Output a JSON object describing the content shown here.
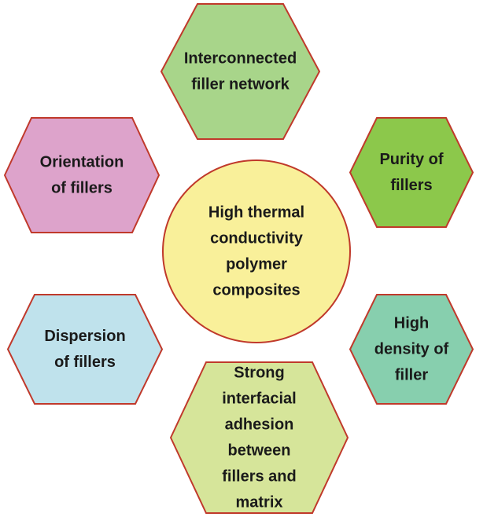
{
  "center": {
    "label": "High thermal conductivity polymer composites",
    "lines": [
      "High thermal",
      "conductivity",
      "polymer",
      "composites"
    ],
    "fill": "#f9f09a",
    "stroke": "#c0392b"
  },
  "factors": [
    {
      "id": "interconnected",
      "label": "Interconnected filler network",
      "lines": [
        "Interconnected",
        "filler network"
      ],
      "fill": "#a8d58a",
      "stroke": "#c0392b"
    },
    {
      "id": "purity",
      "label": "Purity of fillers",
      "lines": [
        "Purity of",
        "fillers"
      ],
      "fill": "#8cc84b",
      "stroke": "#c0392b"
    },
    {
      "id": "density",
      "label": "High density of filler",
      "lines": [
        "High",
        "density of",
        "filler"
      ],
      "fill": "#87cfae",
      "stroke": "#c0392b"
    },
    {
      "id": "adhesion",
      "label": "Strong interfacial adhesion between fillers and matrix",
      "lines": [
        "Strong",
        "interfacial",
        "adhesion",
        "between",
        "fillers and",
        "matrix"
      ],
      "fill": "#d6e59a",
      "stroke": "#c0392b"
    },
    {
      "id": "dispersion",
      "label": "Dispersion of fillers",
      "lines": [
        "Dispersion",
        "of fillers"
      ],
      "fill": "#bfe2ec",
      "stroke": "#c0392b"
    },
    {
      "id": "orientation",
      "label": "Orientation of fillers",
      "lines": [
        "Orientation",
        "of fillers"
      ],
      "fill": "#dda3cb",
      "stroke": "#c0392b"
    }
  ]
}
